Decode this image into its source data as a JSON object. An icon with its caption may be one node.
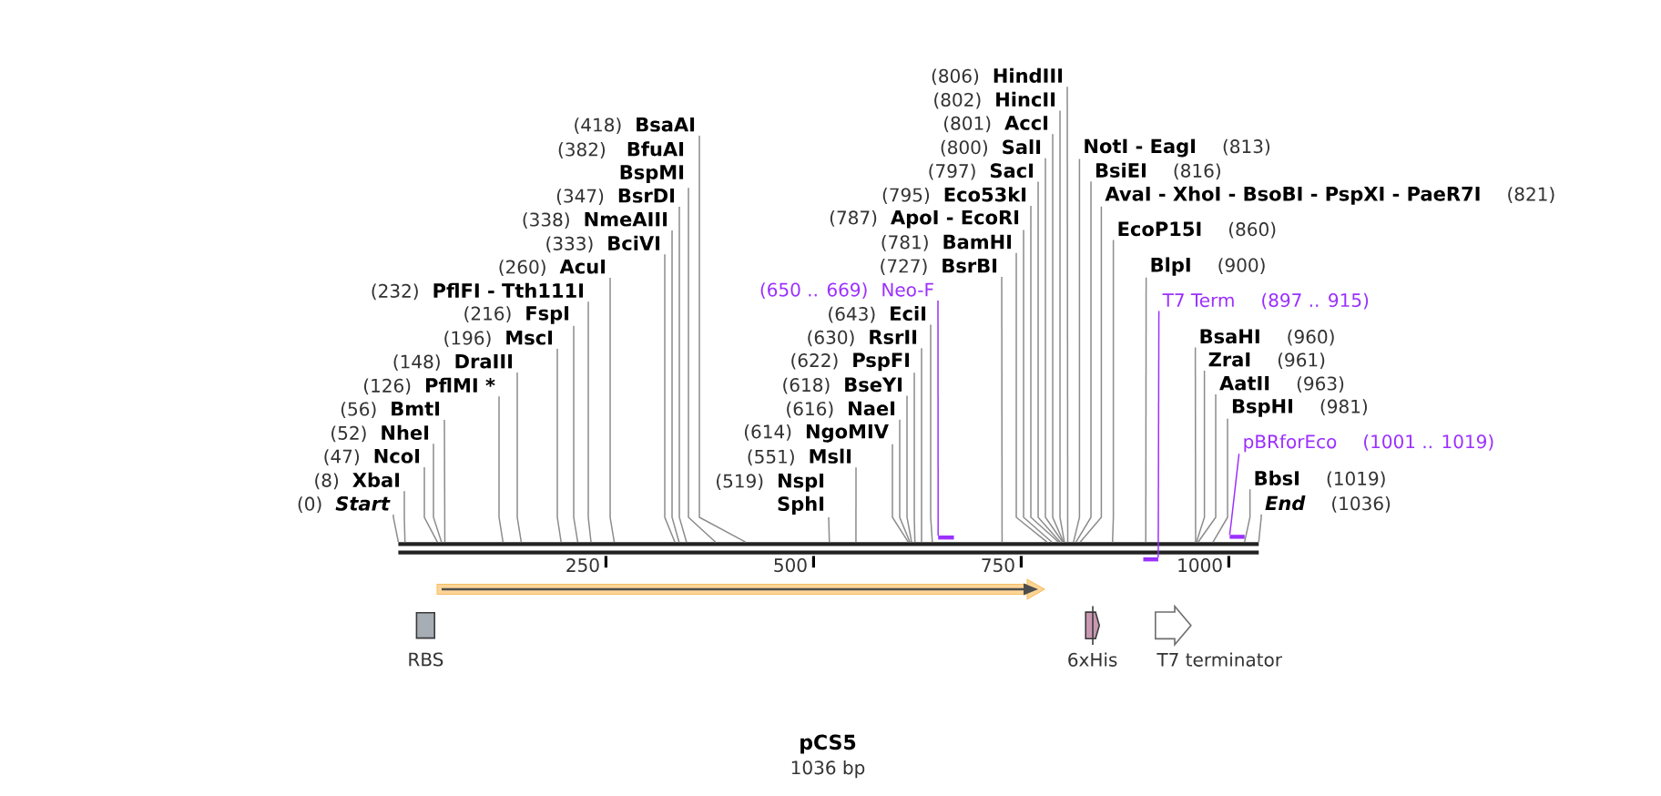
{
  "diagram": {
    "title": "pCS5",
    "nodes": [
      {
        "text": [
          "(643)",
          "EciI"
        ]
      },
      {
        "text": [
          "(630)",
          "RsrII"
        ]
      },
      {
        "text": [
          "(622)",
          "PspFI"
        ]
      },
      {
        "text": [
          "(618)",
          "BseYI"
        ]
      },
      {
        "text": [
          "NotI - EagI",
          "(813)"
        ]
      },
      {
        "text": [
          "BsiEI",
          "(816)"
        ]
      },
      {
        "text": [
          "(616)",
          "NaeI"
        ]
      },
      {
        "text": [
          "AvaI - XhoI - BsoBI - PspXI - PaeR7I",
          "(821)"
        ]
      },
      {
        "text": [
          "(614)",
          "NgoMIV"
        ]
      },
      {
        "text": [
          "EcoP15I",
          "(860)"
        ]
      },
      {
        "text": [
          "(260)",
          "AcuI"
        ]
      },
      {
        "text": [
          "(551)",
          "MslI"
        ]
      },
      {
        "text": [
          "(232)",
          "PflFI - Tth111I"
        ]
      },
      {
        "text": [
          "(806)",
          "HindIII"
        ]
      },
      {
        "text": [
          "BlpI",
          "(900)"
        ]
      },
      {
        "text": [
          "(216)",
          "FspI"
        ]
      },
      {
        "text": [
          "(519)",
          "NspI",
          "SphI"
        ]
      },
      {
        "text": [
          "(802)",
          "HincII"
        ]
      },
      {
        "text": [
          "(196)",
          "MscI"
        ]
      },
      {
        "text": [
          "T7 Term",
          "(897 .. 915)"
        ]
      },
      {
        "text": [
          "(801)",
          "AccI"
        ]
      },
      {
        "text": [
          "(148)",
          "DraIII"
        ]
      },
      {
        "text": [
          "(418)",
          "BsaAI"
        ]
      },
      {
        "text": [
          "(800)",
          "SalI"
        ]
      },
      {
        "text": [
          "BsaHI",
          "(960)"
        ]
      },
      {
        "text": [
          "(126)",
          "PflMI *"
        ]
      },
      {
        "text": [
          "(797)",
          "SacI"
        ]
      },
      {
        "text": [
          "ZraI",
          "(961)"
        ]
      },
      {
        "text": [
          "(795)",
          "Eco53kI"
        ]
      },
      {
        "text": [
          "AatII",
          "(963)"
        ]
      },
      {
        "text": [
          "(56)",
          "BmtI"
        ]
      },
      {
        "text": [
          "(382)",
          "BfuAI",
          "BspMI"
        ]
      },
      {
        "text": [
          "(787)",
          "ApoI - EcoRI"
        ]
      },
      {
        "text": [
          "BspHI",
          "(981)"
        ]
      },
      {
        "text": [
          "(52)",
          "NheI"
        ]
      },
      {
        "text": [
          "(781)",
          "BamHI"
        ]
      },
      {
        "text": [
          "(47)",
          "NcoI"
        ]
      },
      {
        "text": [
          "pBRforEco",
          "(1001 .. 1019)"
        ]
      },
      {
        "text": [
          "(347)",
          "BsrDI"
        ]
      },
      {
        "text": [
          "(727)",
          "BsrBI"
        ]
      },
      {
        "text": [
          "(8)",
          "XbaI"
        ]
      },
      {
        "text": [
          "(338)",
          "NmeAIII"
        ]
      },
      {
        "text": [
          "BbsI",
          "(1019)"
        ]
      },
      {
        "text": [
          "(0)",
          "Start"
        ]
      },
      {
        "text": [
          "(333)",
          "BciVI"
        ]
      },
      {
        "text": [
          "(650 .. 669)",
          "Neo-F"
        ]
      },
      {
        "text": [
          "End",
          "(1036)"
        ]
      },
      {
        "text": [],
        "shape": "bar"
      },
      {
        "text": [],
        "shape": "bar"
      },
      {
        "text": [],
        "shape": "bar"
      },
      {
        "text": [],
        "shape": "bar"
      },
      {
        "text": [],
        "shape": "arrow"
      },
      {
        "text": [
          "RBS"
        ]
      },
      {
        "text": [
          "6xHis"
        ]
      },
      {
        "text": [
          "T7 terminator"
        ]
      }
    ],
    "edges": [
      {
        "from": 0,
        "to": 47,
        "arrow": "none"
      },
      {
        "from": 1,
        "to": 47,
        "arrow": "none"
      },
      {
        "from": 2,
        "to": 47,
        "arrow": "none"
      },
      {
        "from": 3,
        "to": 47,
        "arrow": "none"
      },
      {
        "from": 4,
        "to": 47,
        "arrow": "none"
      },
      {
        "from": 5,
        "to": 47,
        "arrow": "none"
      },
      {
        "from": 6,
        "to": 47,
        "arrow": "none"
      },
      {
        "from": 7,
        "to": 47,
        "arrow": "none"
      },
      {
        "from": 8,
        "to": 47,
        "arrow": "none"
      },
      {
        "from": 9,
        "to": 47,
        "arrow": "none"
      },
      {
        "from": 10,
        "to": 47,
        "arrow": "none"
      },
      {
        "from": 11,
        "to": 47,
        "arrow": "none"
      },
      {
        "from": 12,
        "to": 47,
        "arrow": "none"
      },
      {
        "from": 13,
        "to": 47,
        "arrow": "none"
      },
      {
        "from": 14,
        "to": 47,
        "arrow": "none"
      },
      {
        "from": 15,
        "to": 47,
        "arrow": "none"
      },
      {
        "from": 16,
        "to": 47,
        "arrow": "none"
      },
      {
        "from": 17,
        "to": 47,
        "arrow": "none"
      },
      {
        "from": 18,
        "to": 47,
        "arrow": "none"
      },
      {
        "from": 19,
        "to": 49,
        "arrow": "none",
        "color": "#9b30ff"
      },
      {
        "from": 20,
        "to": 47,
        "arrow": "none"
      },
      {
        "from": 21,
        "to": 47,
        "arrow": "none"
      },
      {
        "from": 22,
        "to": 47,
        "arrow": "none"
      },
      {
        "from": 23,
        "to": 47,
        "arrow": "none"
      },
      {
        "from": 24,
        "to": 47,
        "arrow": "none"
      },
      {
        "from": 25,
        "to": 47,
        "arrow": "none"
      },
      {
        "from": 26,
        "to": 47,
        "arrow": "none"
      },
      {
        "from": 27,
        "to": 47,
        "arrow": "none"
      },
      {
        "from": 28,
        "to": 47,
        "arrow": "none"
      },
      {
        "from": 29,
        "to": 47,
        "arrow": "none"
      },
      {
        "from": 30,
        "to": 47,
        "arrow": "none"
      },
      {
        "from": 31,
        "to": 47,
        "arrow": "none"
      },
      {
        "from": 32,
        "to": 47,
        "arrow": "none"
      },
      {
        "from": 33,
        "to": 47,
        "arrow": "none"
      },
      {
        "from": 34,
        "to": 47,
        "arrow": "none"
      },
      {
        "from": 35,
        "to": 47,
        "arrow": "none"
      },
      {
        "from": 36,
        "to": 47,
        "arrow": "none"
      },
      {
        "from": 37,
        "to": 50,
        "arrow": "none",
        "color": "#9b30ff"
      },
      {
        "from": 38,
        "to": 47,
        "arrow": "none"
      },
      {
        "from": 39,
        "to": 47,
        "arrow": "none"
      },
      {
        "from": 40,
        "to": 47,
        "arrow": "none"
      },
      {
        "from": 41,
        "to": 47,
        "arrow": "none"
      },
      {
        "from": 42,
        "to": 47,
        "arrow": "none"
      },
      {
        "from": 43,
        "to": 47,
        "arrow": "none"
      },
      {
        "from": 44,
        "to": 47,
        "arrow": "none"
      },
      {
        "from": 45,
        "to": 48,
        "arrow": "none",
        "color": "#9b30ff"
      },
      {
        "from": 46,
        "to": 47,
        "arrow": "none"
      }
    ],
    "labels": [
      "250",
      "500",
      "750",
      "1000",
      "1036 bp"
    ]
  }
}
